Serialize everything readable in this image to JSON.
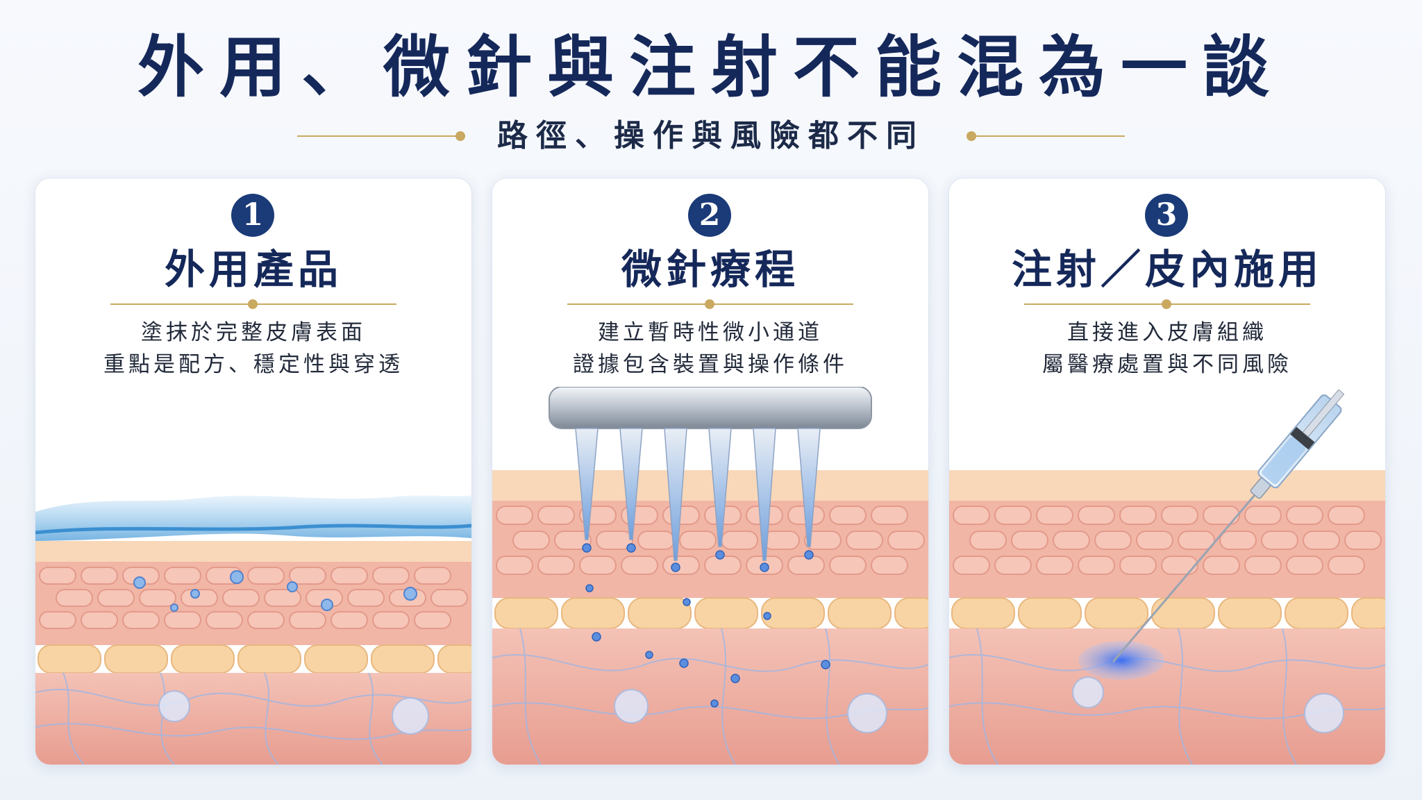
{
  "header": {
    "title": "外用、微針與注射不能混為一談",
    "subtitle": "路徑、操作與風險都不同"
  },
  "colors": {
    "navy": "#15285a",
    "badge": "#1a3a78",
    "gold": "#c9a860",
    "skin": "#f0b9ad"
  },
  "cards": [
    {
      "number": "1",
      "title": "外用產品",
      "lines": [
        "塗抹於完整皮膚表面",
        "重點是配方、穩定性與穿透"
      ],
      "illustration": "topical-layer-on-skin"
    },
    {
      "number": "2",
      "title": "微針療程",
      "lines": [
        "建立暫時性微小通道",
        "證據包含裝置與操作條件"
      ],
      "illustration": "microneedle-device-on-skin"
    },
    {
      "number": "3",
      "title": "注射／皮內施用",
      "lines": [
        "直接進入皮膚組織",
        "屬醫療處置與不同風險"
      ],
      "illustration": "syringe-injection-into-skin"
    }
  ]
}
